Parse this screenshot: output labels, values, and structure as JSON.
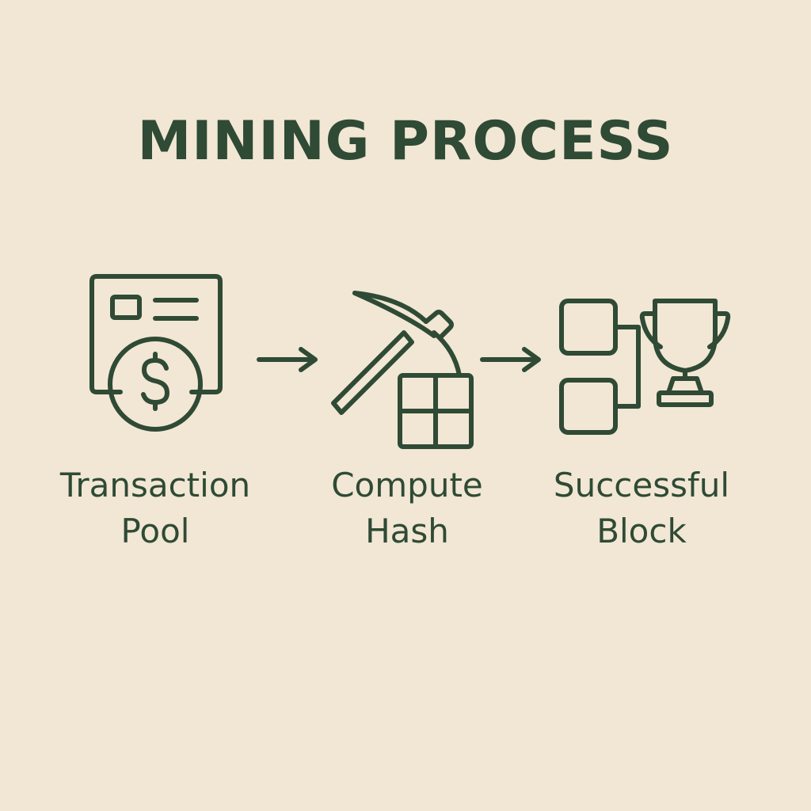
{
  "title": "MINING PROCESS",
  "steps": [
    {
      "line1": "Transaction",
      "line2": "Pool",
      "icon": "transaction-pool-icon"
    },
    {
      "line1": "Compute",
      "line2": "Hash",
      "icon": "pickaxe-hash-grid-icon"
    },
    {
      "line1": "Successful",
      "line2": "Block",
      "icon": "block-trophy-icon"
    }
  ],
  "arrows": [
    {
      "icon": "arrow-right-icon"
    },
    {
      "icon": "arrow-right-icon"
    }
  ],
  "colors": {
    "background": "#f1e7d4",
    "ink": "#2f4a35"
  }
}
